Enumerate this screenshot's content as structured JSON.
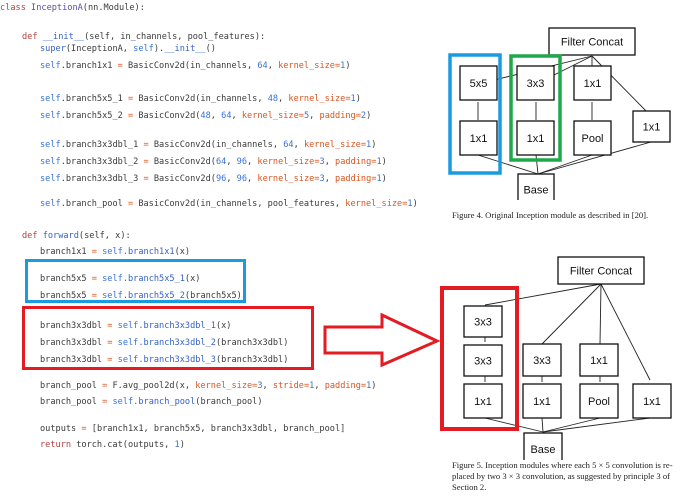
{
  "code": {
    "lines": [
      {
        "tokens": [
          [
            "kw",
            "class "
          ],
          [
            "cls",
            "InceptionA"
          ],
          [
            "",
            "(nn.Module):"
          ]
        ]
      },
      {
        "tokens": [
          [
            "kw",
            "def "
          ],
          [
            "fn",
            "__init__"
          ],
          [
            "",
            "(self, in_channels, pool_features):"
          ]
        ]
      },
      {
        "tokens": [
          [
            "fn",
            "super"
          ],
          [
            "",
            "(InceptionA, "
          ],
          [
            "slf",
            "self"
          ],
          [
            "",
            ")."
          ],
          [
            "fn",
            "__init__"
          ],
          [
            "",
            "()"
          ]
        ]
      },
      {
        "tokens": [
          [
            "slf",
            "self"
          ],
          [
            "",
            ".branch1x1 "
          ],
          [
            "op",
            "="
          ],
          [
            "",
            " BasicConv2d(in_channels, "
          ],
          [
            "num",
            "64"
          ],
          [
            "",
            ", "
          ],
          [
            "kwarg",
            "kernel_size"
          ],
          [
            "op",
            "="
          ],
          [
            "num",
            "1"
          ],
          [
            "",
            ")"
          ]
        ]
      },
      {
        "tokens": [
          [
            "slf",
            "self"
          ],
          [
            "",
            ".branch5x5_1 "
          ],
          [
            "op",
            "="
          ],
          [
            "",
            " BasicConv2d(in_channels, "
          ],
          [
            "num",
            "48"
          ],
          [
            "",
            ", "
          ],
          [
            "kwarg",
            "kernel_size"
          ],
          [
            "op",
            "="
          ],
          [
            "num",
            "1"
          ],
          [
            "",
            ")"
          ]
        ]
      },
      {
        "tokens": [
          [
            "slf",
            "self"
          ],
          [
            "",
            ".branch5x5_2 "
          ],
          [
            "op",
            "="
          ],
          [
            "",
            " BasicConv2d("
          ],
          [
            "num",
            "48"
          ],
          [
            "",
            ", "
          ],
          [
            "num",
            "64"
          ],
          [
            "",
            ", "
          ],
          [
            "kwarg",
            "kernel_size"
          ],
          [
            "op",
            "="
          ],
          [
            "num",
            "5"
          ],
          [
            "",
            ", "
          ],
          [
            "kwarg",
            "padding"
          ],
          [
            "op",
            "="
          ],
          [
            "num",
            "2"
          ],
          [
            "",
            ")"
          ]
        ]
      },
      {
        "tokens": [
          [
            "slf",
            "self"
          ],
          [
            "",
            ".branch3x3dbl_1 "
          ],
          [
            "op",
            "="
          ],
          [
            "",
            " BasicConv2d(in_channels, "
          ],
          [
            "num",
            "64"
          ],
          [
            "",
            ", "
          ],
          [
            "kwarg",
            "kernel_size"
          ],
          [
            "op",
            "="
          ],
          [
            "num",
            "1"
          ],
          [
            "",
            ")"
          ]
        ]
      },
      {
        "tokens": [
          [
            "slf",
            "self"
          ],
          [
            "",
            ".branch3x3dbl_2 "
          ],
          [
            "op",
            "="
          ],
          [
            "",
            " BasicConv2d("
          ],
          [
            "num",
            "64"
          ],
          [
            "",
            ", "
          ],
          [
            "num",
            "96"
          ],
          [
            "",
            ", "
          ],
          [
            "kwarg",
            "kernel_size"
          ],
          [
            "op",
            "="
          ],
          [
            "num",
            "3"
          ],
          [
            "",
            ", "
          ],
          [
            "kwarg",
            "padding"
          ],
          [
            "op",
            "="
          ],
          [
            "num",
            "1"
          ],
          [
            "",
            ")"
          ]
        ]
      },
      {
        "tokens": [
          [
            "slf",
            "self"
          ],
          [
            "",
            ".branch3x3dbl_3 "
          ],
          [
            "op",
            "="
          ],
          [
            "",
            " BasicConv2d("
          ],
          [
            "num",
            "96"
          ],
          [
            "",
            ", "
          ],
          [
            "num",
            "96"
          ],
          [
            "",
            ", "
          ],
          [
            "kwarg",
            "kernel_size"
          ],
          [
            "op",
            "="
          ],
          [
            "num",
            "3"
          ],
          [
            "",
            ", "
          ],
          [
            "kwarg",
            "padding"
          ],
          [
            "op",
            "="
          ],
          [
            "num",
            "1"
          ],
          [
            "",
            ")"
          ]
        ]
      },
      {
        "tokens": [
          [
            "slf",
            "self"
          ],
          [
            "",
            ".branch_pool "
          ],
          [
            "op",
            "="
          ],
          [
            "",
            " BasicConv2d(in_channels, pool_features, "
          ],
          [
            "kwarg",
            "kernel_size"
          ],
          [
            "op",
            "="
          ],
          [
            "num",
            "1"
          ],
          [
            "",
            ")"
          ]
        ]
      },
      {
        "tokens": [
          [
            "kw",
            "def "
          ],
          [
            "fn",
            "forward"
          ],
          [
            "",
            "(self, x):"
          ]
        ]
      },
      {
        "tokens": [
          [
            "",
            "branch1x1 "
          ],
          [
            "op",
            "="
          ],
          [
            "",
            " "
          ],
          [
            "slf",
            "self"
          ],
          [
            "fn",
            ".branch1x1"
          ],
          [
            "",
            "(x)"
          ]
        ]
      },
      {
        "tokens": [
          [
            "",
            "branch5x5 "
          ],
          [
            "op",
            "="
          ],
          [
            "",
            " "
          ],
          [
            "slf",
            "self"
          ],
          [
            "fn",
            ".branch5x5_1"
          ],
          [
            "",
            "(x)"
          ]
        ]
      },
      {
        "tokens": [
          [
            "",
            "branch5x5 "
          ],
          [
            "op",
            "="
          ],
          [
            "",
            " "
          ],
          [
            "slf",
            "self"
          ],
          [
            "fn",
            ".branch5x5_2"
          ],
          [
            "",
            "(branch5x5)"
          ]
        ]
      },
      {
        "tokens": [
          [
            "",
            "branch3x3dbl "
          ],
          [
            "op",
            "="
          ],
          [
            "",
            " "
          ],
          [
            "slf",
            "self"
          ],
          [
            "fn",
            ".branch3x3dbl_1"
          ],
          [
            "",
            "(x)"
          ]
        ]
      },
      {
        "tokens": [
          [
            "",
            "branch3x3dbl "
          ],
          [
            "op",
            "="
          ],
          [
            "",
            " "
          ],
          [
            "slf",
            "self"
          ],
          [
            "fn",
            ".branch3x3dbl_2"
          ],
          [
            "",
            "(branch3x3dbl)"
          ]
        ]
      },
      {
        "tokens": [
          [
            "",
            "branch3x3dbl "
          ],
          [
            "op",
            "="
          ],
          [
            "",
            " "
          ],
          [
            "slf",
            "self"
          ],
          [
            "fn",
            ".branch3x3dbl_3"
          ],
          [
            "",
            "(branch3x3dbl)"
          ]
        ]
      },
      {
        "tokens": [
          [
            "",
            "branch_pool "
          ],
          [
            "op",
            "="
          ],
          [
            "",
            " F.avg_pool2d(x, "
          ],
          [
            "kwarg",
            "kernel_size"
          ],
          [
            "op",
            "="
          ],
          [
            "num",
            "3"
          ],
          [
            "",
            ", "
          ],
          [
            "kwarg",
            "stride"
          ],
          [
            "op",
            "="
          ],
          [
            "num",
            "1"
          ],
          [
            "",
            ", "
          ],
          [
            "kwarg",
            "padding"
          ],
          [
            "op",
            "="
          ],
          [
            "num",
            "1"
          ],
          [
            "",
            ")"
          ]
        ]
      },
      {
        "tokens": [
          [
            "",
            "branch_pool "
          ],
          [
            "op",
            "="
          ],
          [
            "",
            " "
          ],
          [
            "slf",
            "self"
          ],
          [
            "fn",
            ".branch_pool"
          ],
          [
            "",
            "(branch_pool)"
          ]
        ]
      },
      {
        "tokens": [
          [
            "",
            "outputs "
          ],
          [
            "op",
            "="
          ],
          [
            "",
            " [branch1x1, branch5x5, branch3x3dbl, branch_pool]"
          ]
        ]
      },
      {
        "tokens": [
          [
            "kw",
            "return "
          ],
          [
            "",
            "torch.cat(outputs, "
          ],
          [
            "num",
            "1"
          ],
          [
            "",
            ")"
          ]
        ]
      }
    ]
  },
  "highlight_colors": {
    "blue": "#1a9be0",
    "green": "#1fa84a",
    "red": "#e31b23"
  },
  "figure4": {
    "concat_label": "Filter Concat",
    "base_label": "Base",
    "branches": [
      {
        "blocks": [
          "1x1",
          "5x5"
        ]
      },
      {
        "blocks": [
          "1x1",
          "3x3"
        ]
      },
      {
        "blocks": [
          "Pool",
          "1x1"
        ]
      },
      {
        "blocks": [
          "1x1"
        ]
      }
    ],
    "caption": "Figure 4. Original Inception module as described in [20]."
  },
  "figure5": {
    "concat_label": "Filter Concat",
    "base_label": "Base",
    "branches": [
      {
        "blocks": [
          "1x1",
          "3x3",
          "3x3"
        ]
      },
      {
        "blocks": [
          "1x1",
          "3x3"
        ]
      },
      {
        "blocks": [
          "Pool",
          "1x1"
        ]
      },
      {
        "blocks": [
          "1x1"
        ]
      }
    ],
    "caption_lines": [
      "Figure 5. Inception modules where each 5 × 5 convolution is re-",
      "placed by two 3 × 3 convolution, as suggested by principle 3 of",
      "Section 2."
    ]
  }
}
